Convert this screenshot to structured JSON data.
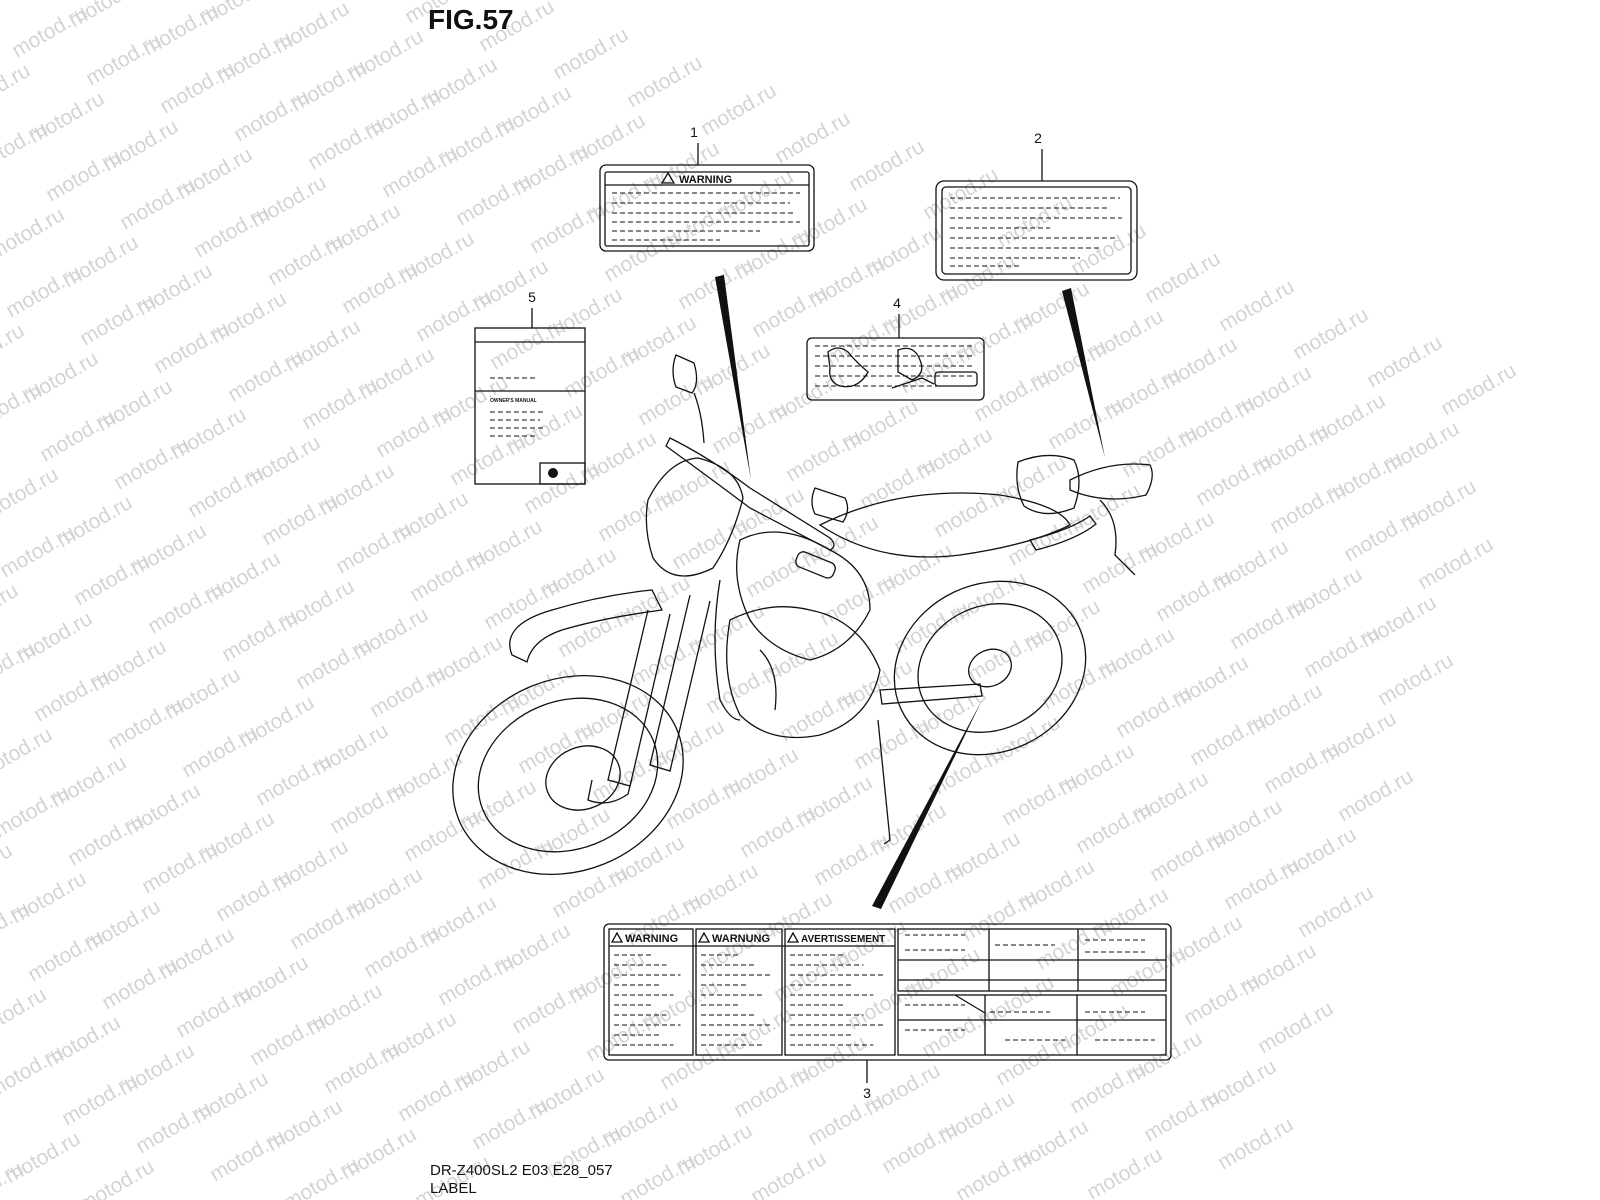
{
  "figure": {
    "title": "FIG.57"
  },
  "watermark": {
    "text": "motod.ru"
  },
  "footer": {
    "model_code": "DR-Z400SL2 E03 E28_057",
    "caption": "LABEL"
  },
  "callouts": [
    {
      "number": "1"
    },
    {
      "number": "2"
    },
    {
      "number": "3"
    },
    {
      "number": "4"
    },
    {
      "number": "5"
    }
  ],
  "labels": {
    "warning_1": {
      "heading": "WARNING"
    },
    "label_3": {
      "heading_en": "WARNING",
      "heading_de": "WARNUNG",
      "heading_fr": "AVERTISSEMENT"
    },
    "manual_5": {
      "heading": "OWNER'S MANUAL"
    }
  },
  "colors": {
    "line": "#111111",
    "watermark": "#d4d4d4",
    "background": "#ffffff"
  }
}
